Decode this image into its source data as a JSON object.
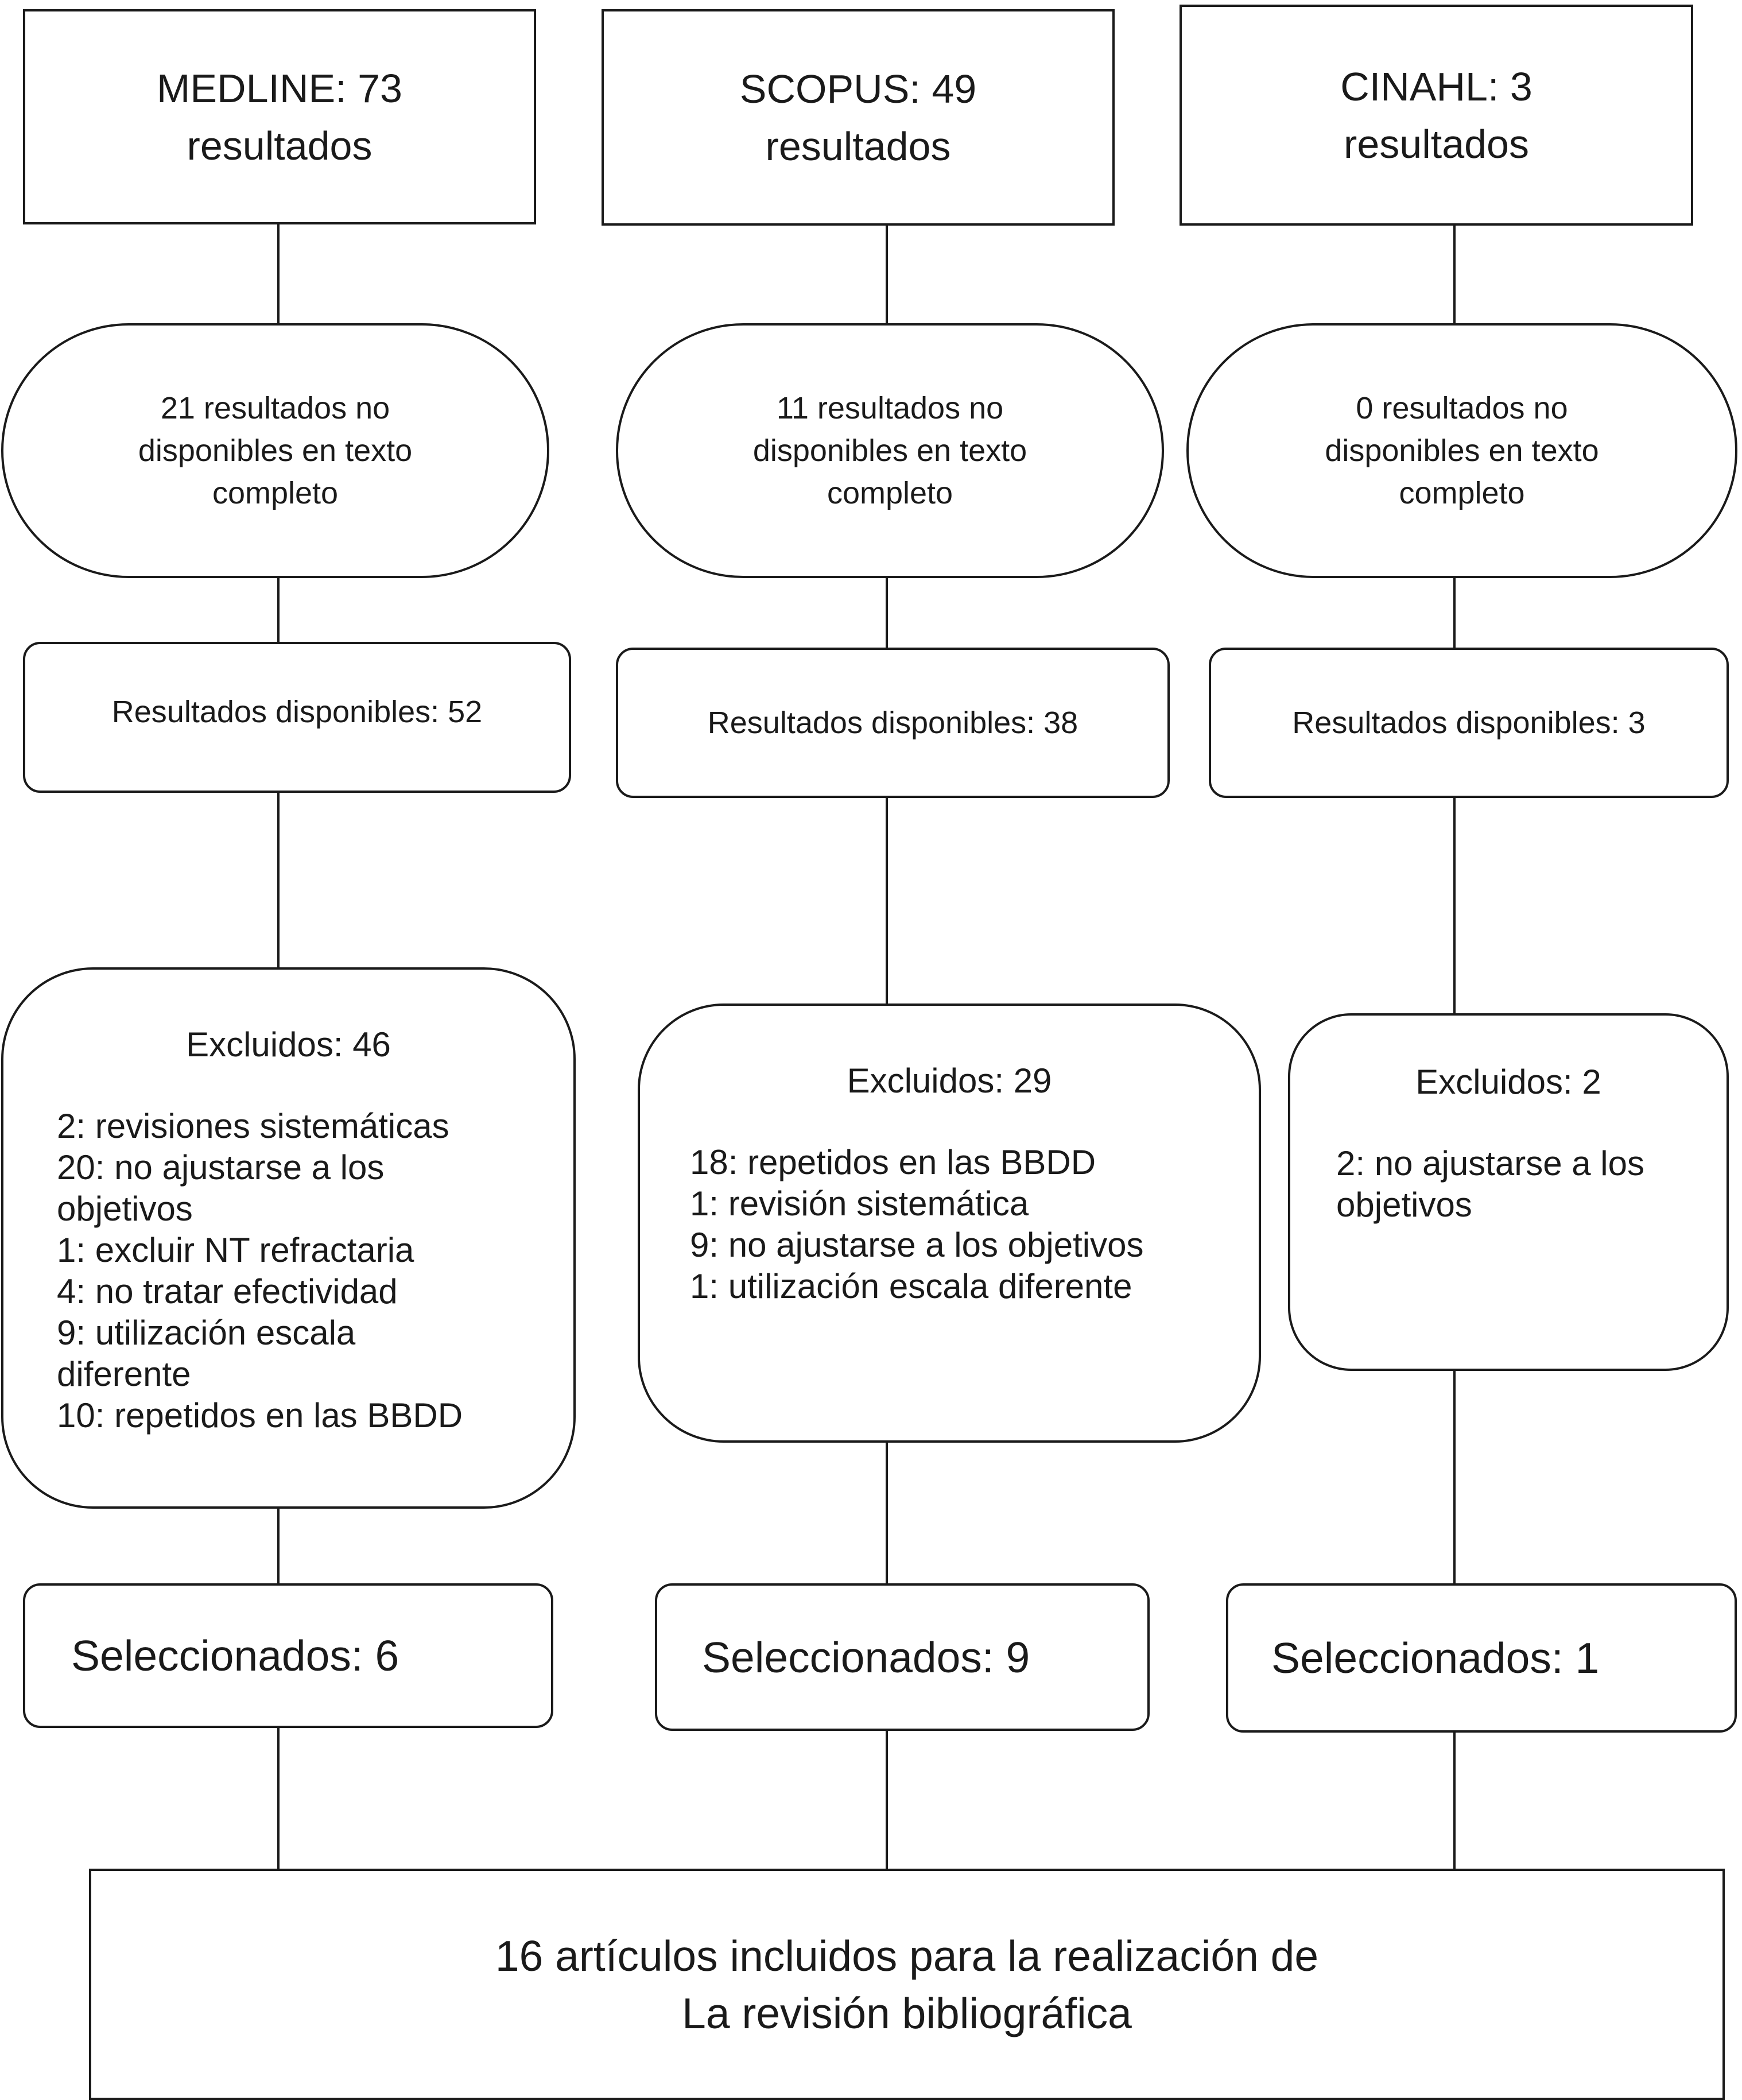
{
  "sources": [
    {
      "title": "MEDLINE: 73",
      "subtitle": "resultados",
      "no_disponibles": [
        "21 resultados no",
        "disponibles en texto",
        "completo"
      ],
      "disponibles": "Resultados disponibles: 52",
      "excluidos": "Excluidos: 46",
      "motivos": [
        "2: revisiones sistemáticas",
        "20: no ajustarse a los",
        "objetivos",
        "1: excluir NT refractaria",
        "4: no tratar efectividad",
        "9: utilización escala",
        "diferente",
        "10: repetidos en las BBDD"
      ],
      "seleccionados": "Seleccionados: 6"
    },
    {
      "title": "SCOPUS: 49",
      "subtitle": "resultados",
      "no_disponibles": [
        "11 resultados no",
        "disponibles en texto",
        "completo"
      ],
      "disponibles": "Resultados disponibles: 38",
      "excluidos": "Excluidos: 29",
      "motivos": [
        "18: repetidos en las BBDD",
        "1: revisión sistemática",
        "9: no ajustarse a los objetivos",
        "1: utilización escala diferente"
      ],
      "seleccionados": "Seleccionados: 9"
    },
    {
      "title": "CINAHL: 3",
      "subtitle": "resultados",
      "no_disponibles": [
        "0 resultados no",
        "disponibles en texto",
        "completo"
      ],
      "disponibles": "Resultados disponibles: 3",
      "excluidos": "Excluidos: 2",
      "motivos": [
        "2: no ajustarse a los",
        "objetivos"
      ],
      "seleccionados": "Seleccionados: 1"
    }
  ],
  "final": [
    "16 artículos incluidos para la realización de",
    "La revisión bibliográfica"
  ]
}
